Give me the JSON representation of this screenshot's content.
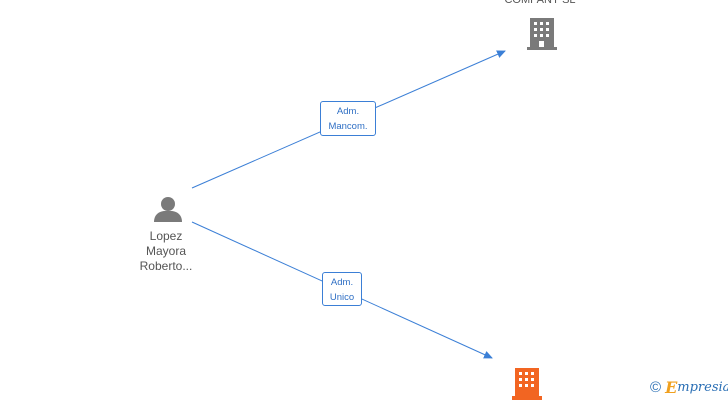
{
  "nodes": {
    "person": {
      "lines": [
        "Lopez",
        "Mayora",
        "Roberto..."
      ],
      "icon": "person-icon",
      "color": "#7a7a7a"
    },
    "company_top": {
      "label": "COMPANY  SL",
      "icon": "building-icon",
      "color": "#7a7a7a"
    },
    "company_bottom": {
      "label": "",
      "icon": "building-icon",
      "color": "#f26522"
    }
  },
  "edges": [
    {
      "from": "person",
      "to": "company_top",
      "lines": [
        "Adm.",
        "Mancom."
      ]
    },
    {
      "from": "person",
      "to": "company_bottom",
      "lines": [
        "Adm.",
        "Unico"
      ]
    }
  ],
  "colors": {
    "edge": "#3b7fd6"
  },
  "watermark": {
    "copyright": "©",
    "brand_initial": "E",
    "brand_rest": "mpresia"
  }
}
